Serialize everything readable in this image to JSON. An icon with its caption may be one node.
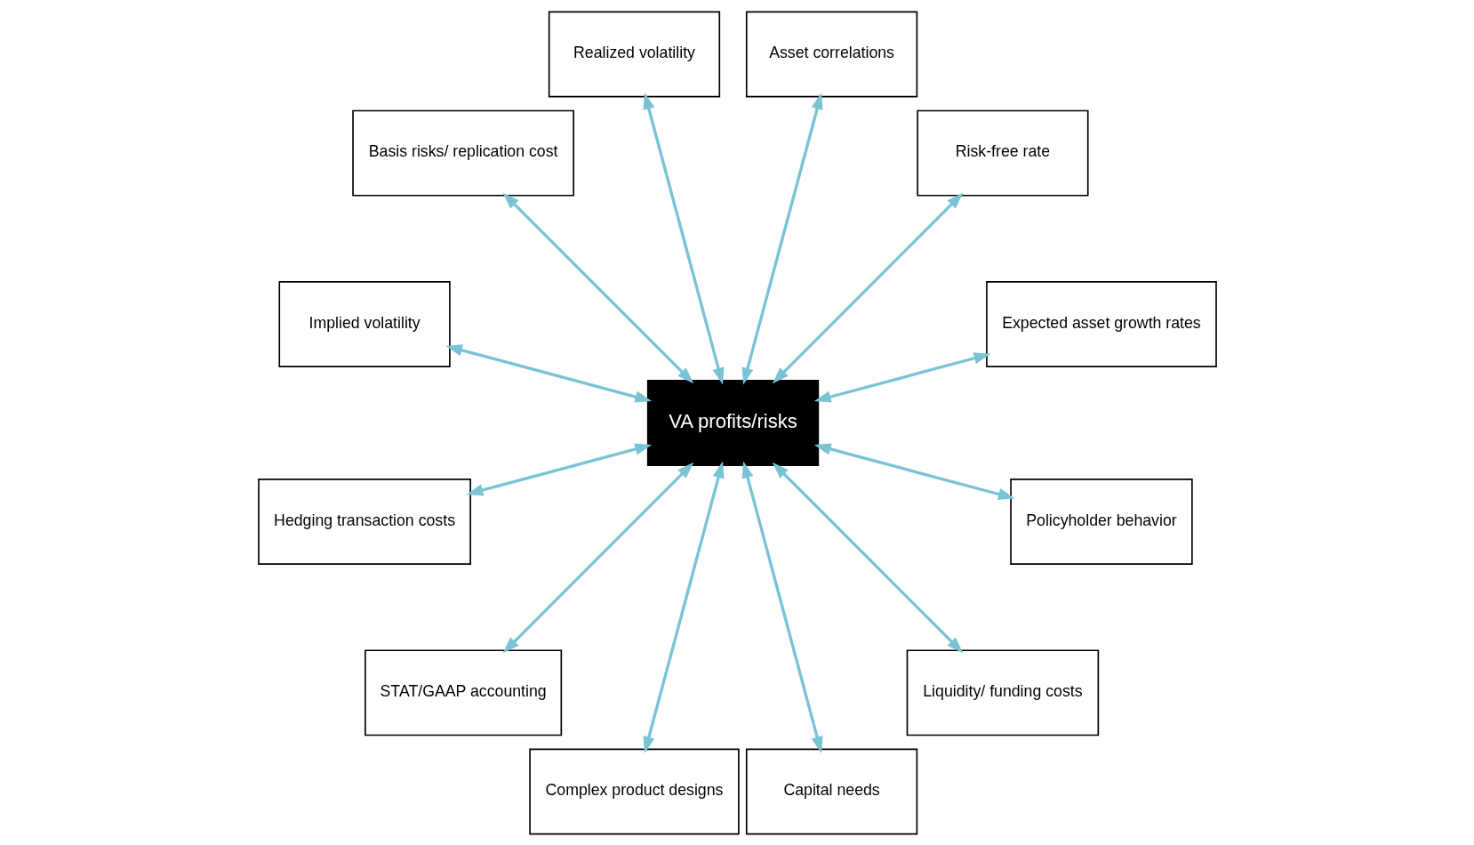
{
  "diagram": {
    "nodes": [
      {
        "text": [
          "Expected asset growth rates"
        ]
      },
      {
        "text": [
          "Risk-free rate"
        ]
      },
      {
        "text": [
          "Asset correlations"
        ]
      },
      {
        "text": [
          "Realized volatility"
        ]
      },
      {
        "text": [
          "Basis risks/ replication cost"
        ]
      },
      {
        "text": [
          "VA profits/risks"
        ]
      },
      {
        "text": [
          "Implied volatility"
        ]
      },
      {
        "text": [
          "Hedging transaction costs"
        ]
      },
      {
        "text": [
          "STAT/GAAP accounting"
        ]
      },
      {
        "text": [
          "Complex product designs"
        ]
      },
      {
        "text": [
          "Capital needs"
        ]
      },
      {
        "text": [
          "Liquidity/ funding costs"
        ]
      },
      {
        "text": [
          "Policyholder behavior"
        ]
      }
    ],
    "edges": [
      {
        "from": 5,
        "to": 0,
        "arrow": "both"
      },
      {
        "from": 5,
        "to": 2,
        "arrow": "both"
      },
      {
        "from": 5,
        "to": 4,
        "arrow": "both"
      },
      {
        "from": 5,
        "to": 7,
        "arrow": "both"
      },
      {
        "from": 5,
        "to": 9,
        "arrow": "both"
      },
      {
        "from": 5,
        "to": 11,
        "arrow": "both"
      },
      {
        "from": 5,
        "to": 12,
        "arrow": "both"
      },
      {
        "from": 5,
        "to": 10,
        "arrow": "both"
      },
      {
        "from": 5,
        "to": 8,
        "arrow": "both"
      },
      {
        "from": 5,
        "to": 6,
        "arrow": "both"
      },
      {
        "from": 5,
        "to": 3,
        "arrow": "both"
      },
      {
        "from": 5,
        "to": 1,
        "arrow": "both"
      }
    ]
  }
}
